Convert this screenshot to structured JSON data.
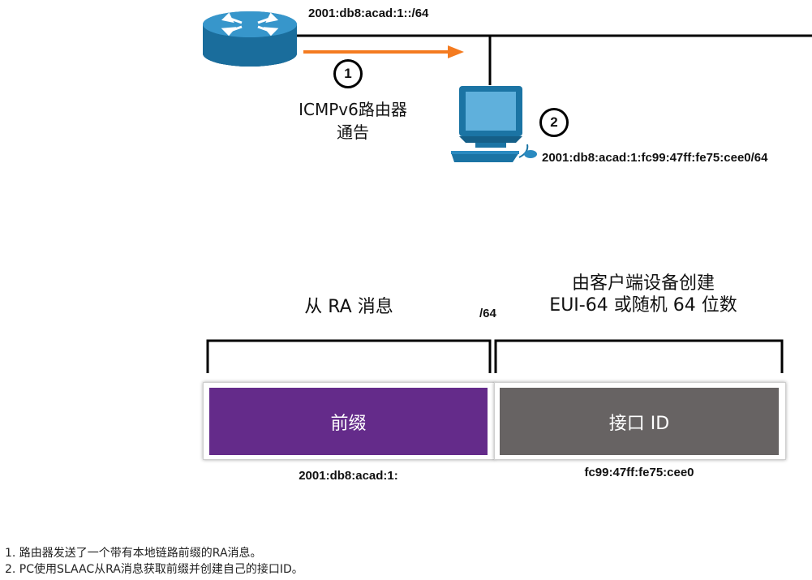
{
  "network": {
    "prefix_label": "2001:db8:acad:1::/64",
    "pc_address": "2001:db8:acad:1:fc99:47ff:fe75:cee0/64",
    "step1_number": "1",
    "step2_number": "2",
    "ra_caption_line1": "ICMPv6路由器",
    "ra_caption_line2": "通告"
  },
  "address_breakdown": {
    "left_heading": "从 RA 消息",
    "right_heading_line1": "由客户端设备创建",
    "right_heading_line2": "EUI-64 或随机 64 位数",
    "prefix_length": "/64",
    "prefix_box_label": "前缀",
    "interface_box_label": "接口 ID",
    "prefix_value": "2001:db8:acad:1:",
    "interface_value": "fc99:47ff:fe75:cee0"
  },
  "colors": {
    "prefix_box": "#642b8a",
    "interface_box": "#676363",
    "arrow": "#f47b20",
    "router_body": "#1a6d9c",
    "pc_body": "#1b74a4"
  },
  "notes": [
    "1. 路由器发送了一个带有本地链路前缀的RA消息。",
    "2. PC使用SLAAC从RA消息获取前缀并创建自己的接口ID。"
  ]
}
